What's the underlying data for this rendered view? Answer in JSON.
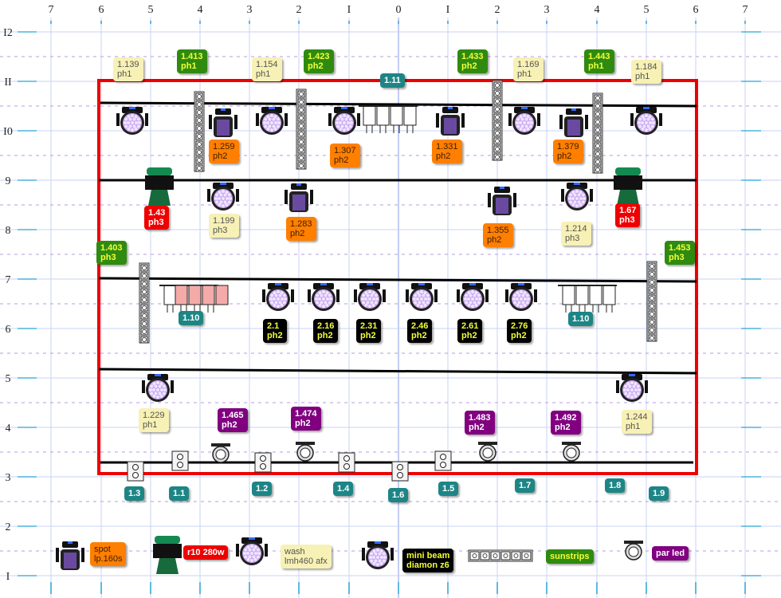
{
  "axis": {
    "top": [
      "7",
      "6",
      "5",
      "4",
      "3",
      "2",
      "I",
      "0",
      "I",
      "2",
      "3",
      "4",
      "5",
      "6",
      "7"
    ],
    "left": [
      "I2",
      "II",
      "I0",
      "9",
      "8",
      "7",
      "6",
      "5",
      "4",
      "3",
      "2",
      "I"
    ]
  },
  "colors": {
    "stage_outline": "#ee0000",
    "truss_line": "#000000",
    "grid": "#c9d3f5",
    "note_yellow": "#f7f1b5",
    "note_orange": "#ff7f00",
    "note_green": "#2f8a10",
    "note_red": "#ef0000",
    "note_teal": "#1d8585",
    "note_purple": "#800080",
    "note_black": "#000000"
  },
  "fixtures": [
    {
      "type": "wash"
    },
    {
      "type": "wash"
    },
    {
      "type": "wash"
    },
    {
      "type": "wash"
    },
    {
      "type": "wash"
    },
    {
      "type": "spot"
    },
    {
      "type": "spot"
    },
    {
      "type": "spot"
    },
    {
      "type": "spot"
    },
    {
      "type": "spot"
    },
    {
      "type": "sunstrip"
    },
    {
      "type": "sunstrip"
    },
    {
      "type": "sunstrip"
    },
    {
      "type": "sunstrip"
    },
    {
      "type": "r10"
    },
    {
      "type": "r10"
    },
    {
      "type": "spot"
    },
    {
      "type": "spot"
    },
    {
      "type": "spot"
    },
    {
      "type": "spot"
    },
    {
      "type": "wash"
    },
    {
      "type": "wash"
    },
    {
      "type": "sunstrip"
    },
    {
      "type": "sunstrip"
    },
    {
      "type": "wash"
    },
    {
      "type": "wash"
    },
    {
      "type": "wash"
    },
    {
      "type": "wash"
    },
    {
      "type": "wash"
    },
    {
      "type": "wash"
    },
    {
      "type": "wash"
    },
    {
      "type": "wash"
    },
    {
      "type": "parled"
    },
    {
      "type": "parled"
    },
    {
      "type": "parled"
    },
    {
      "type": "parled"
    },
    {
      "type": "blinder"
    },
    {
      "type": "blinder"
    },
    {
      "type": "blinder"
    },
    {
      "type": "blinder"
    },
    {
      "type": "blinder"
    },
    {
      "type": "blinder"
    },
    {
      "type": "blinder"
    },
    {
      "type": "blinder"
    },
    {
      "type": "blinder"
    },
    {
      "type": "blinder"
    },
    {
      "type": "strobe"
    },
    {
      "type": "strobe"
    },
    {
      "type": "strobe"
    },
    {
      "type": "strobe"
    },
    {
      "type": "strobe"
    },
    {
      "type": "strobe"
    }
  ],
  "labels": [
    {
      "text": "1.139\nph1",
      "style": "yellow"
    },
    {
      "text": "1.413\nph1",
      "style": "green"
    },
    {
      "text": "1.154\nph1",
      "style": "yellow"
    },
    {
      "text": "1.423\nph2",
      "style": "green"
    },
    {
      "text": "1.11",
      "style": "teal"
    },
    {
      "text": "1.433\nph2",
      "style": "green"
    },
    {
      "text": "1.169\nph1",
      "style": "yellow"
    },
    {
      "text": "1.443\nph1",
      "style": "green"
    },
    {
      "text": "1.184\nph1",
      "style": "yellow"
    },
    {
      "text": "1.259\nph2",
      "style": "orange"
    },
    {
      "text": "1.307\nph2",
      "style": "orange"
    },
    {
      "text": "1.331\nph2",
      "style": "orange"
    },
    {
      "text": "1.379\nph2",
      "style": "orange"
    },
    {
      "text": "1.43\nph3",
      "style": "red"
    },
    {
      "text": "1.199\nph3",
      "style": "yellow"
    },
    {
      "text": "1.283\nph2",
      "style": "orange"
    },
    {
      "text": "1.355\nph2",
      "style": "orange"
    },
    {
      "text": "1.214\nph3",
      "style": "yellow"
    },
    {
      "text": "1.67\nph3",
      "style": "red"
    },
    {
      "text": "1.403\nph3",
      "style": "green"
    },
    {
      "text": "1.453\nph3",
      "style": "green"
    },
    {
      "text": "1.10",
      "style": "teal"
    },
    {
      "text": "1.10",
      "style": "teal"
    },
    {
      "text": "2.1\nph2",
      "style": "black"
    },
    {
      "text": "2.16\nph2",
      "style": "black"
    },
    {
      "text": "2.31\nph2",
      "style": "black"
    },
    {
      "text": "2.46\nph2",
      "style": "black"
    },
    {
      "text": "2.61\nph2",
      "style": "black"
    },
    {
      "text": "2.76\nph2",
      "style": "black"
    },
    {
      "text": "1.229\nph1",
      "style": "yellow"
    },
    {
      "text": "1.465\nph2",
      "style": "purple"
    },
    {
      "text": "1.474\nph2",
      "style": "purple"
    },
    {
      "text": "1.483\nph2",
      "style": "purple"
    },
    {
      "text": "1.492\nph2",
      "style": "purple"
    },
    {
      "text": "1.244\nph1",
      "style": "yellow"
    },
    {
      "text": "1.3",
      "style": "teal"
    },
    {
      "text": "1.1",
      "style": "teal"
    },
    {
      "text": "1.2",
      "style": "teal"
    },
    {
      "text": "1.4",
      "style": "teal"
    },
    {
      "text": "1.6",
      "style": "teal"
    },
    {
      "text": "1.5",
      "style": "teal"
    },
    {
      "text": "1.7",
      "style": "teal"
    },
    {
      "text": "1.8",
      "style": "teal"
    },
    {
      "text": "1.9",
      "style": "teal"
    }
  ],
  "legend": [
    {
      "icon": "spot",
      "label": "spot\nlp.160s",
      "style": "orange"
    },
    {
      "icon": "r10",
      "label": "r10 280w",
      "style": "red"
    },
    {
      "icon": "wash",
      "label": "wash\nlmh460 afx",
      "style": "yellow"
    },
    {
      "icon": "wash",
      "label": "mini beam\ndiamon z6",
      "style": "black"
    },
    {
      "icon": "sunstrip",
      "label": "sunstrips",
      "style": "green"
    },
    {
      "icon": "parled",
      "label": "par led",
      "style": "purple"
    }
  ]
}
